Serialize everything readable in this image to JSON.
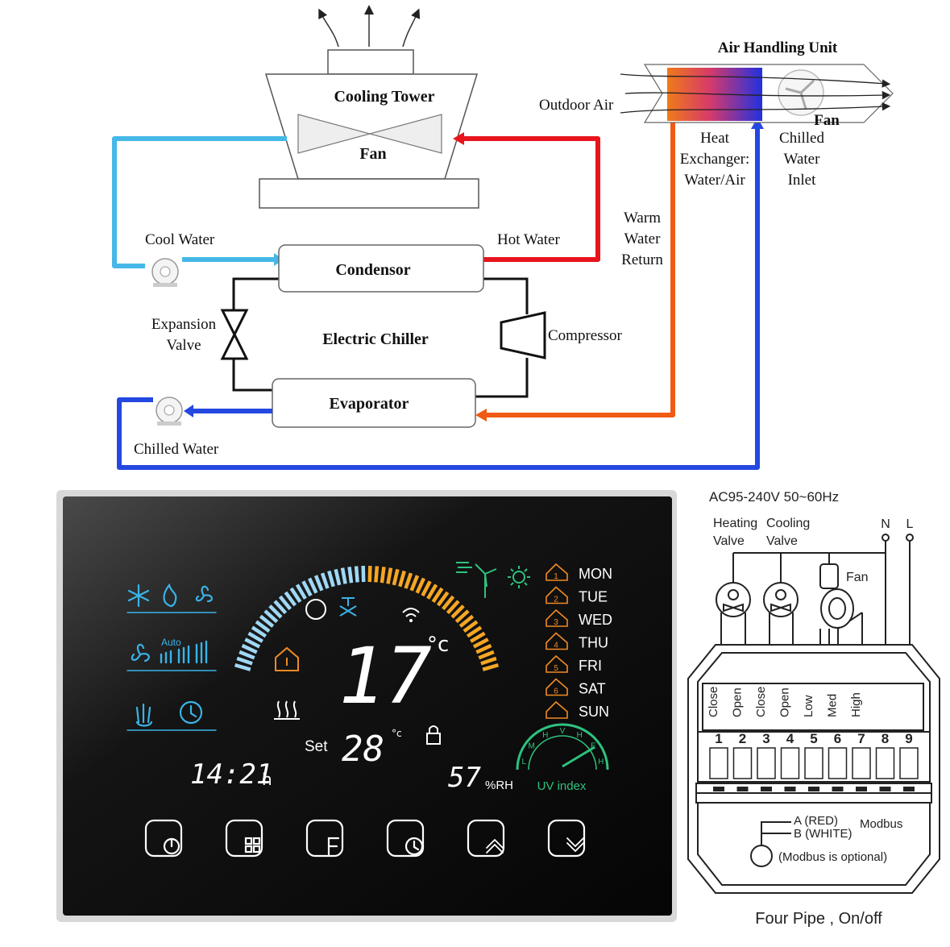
{
  "chiller_diagram": {
    "cooling_tower": "Cooling Tower",
    "tower_fan": "Fan",
    "condensor": "Condensor",
    "electric_chiller": "Electric Chiller",
    "evaporator": "Evaporator",
    "expansion_valve_line1": "Expansion",
    "expansion_valve_line2": "Valve",
    "compressor": "Compressor",
    "cool_water": "Cool Water",
    "hot_water": "Hot Water",
    "chilled_water": "Chilled Water",
    "warm_return_line1": "Warm",
    "warm_return_line2": "Water",
    "warm_return_line3": "Return",
    "ahu_title": "Air Handling Unit",
    "outdoor_air": "Outdoor Air",
    "ahu_fan": "Fan",
    "heat_exchanger_line1": "Heat",
    "heat_exchanger_line2": "Exchanger:",
    "heat_exchanger_line3": "Water/Air",
    "chilled_inlet_line1": "Chilled",
    "chilled_inlet_line2": "Water",
    "chilled_inlet_line3": "Inlet"
  },
  "thermostat": {
    "temperature": "17",
    "temp_unit": "°c",
    "set_label": "Set",
    "set_temp": "28",
    "set_unit": "°c",
    "clock": "14:21",
    "clock_suffix": "h",
    "humidity": "57",
    "humidity_unit": "%RH",
    "auto_label": "Auto",
    "uv_label": "UV index",
    "uv_scale": [
      "L",
      "M",
      "H",
      "V",
      "H",
      "E",
      "H"
    ],
    "days": [
      "MON",
      "TUE",
      "WED",
      "THU",
      "FRI",
      "SAT",
      "SUN"
    ],
    "program_numbers": [
      "1",
      "2",
      "3",
      "4",
      "5",
      "6"
    ],
    "colors": {
      "cold": "#9fd8f5",
      "warm": "#f5a623",
      "icon": "#3ab4e8",
      "uv": "#2ec27e",
      "schedule": "#f08a24"
    }
  },
  "wiring": {
    "power": "AC95-240V  50~60Hz",
    "heating_valve_line1": "Heating",
    "heating_valve_line2": "Valve",
    "cooling_valve_line1": "Cooling",
    "cooling_valve_line2": "Valve",
    "fan": "Fan",
    "neutral": "N",
    "live": "L",
    "terminal_labels": [
      "Close",
      "Open",
      "Close",
      "Open",
      "Low",
      "Med",
      "High"
    ],
    "terminal_numbers": [
      "1",
      "2",
      "3",
      "4",
      "5",
      "6",
      "7",
      "8",
      "9"
    ],
    "modbus_a": "A (RED)",
    "modbus_b": "B (WHITE)",
    "modbus": "Modbus",
    "modbus_note": "(Modbus is optional)",
    "caption": "Four Pipe , On/off"
  }
}
